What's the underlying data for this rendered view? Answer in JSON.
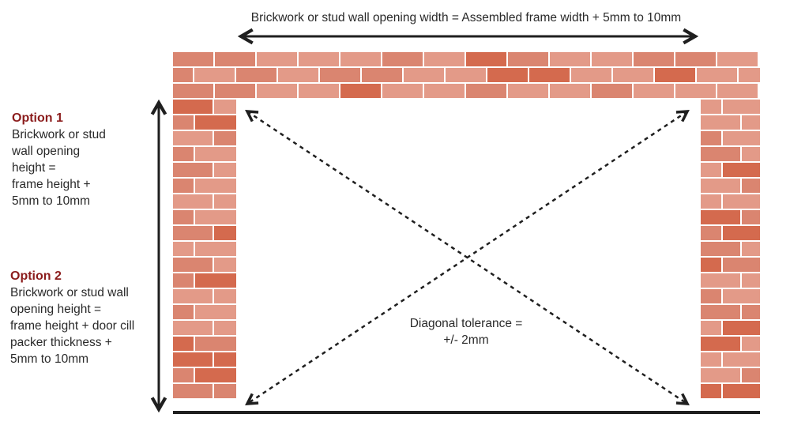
{
  "width_label": "Brickwork or stud wall opening width = Assembled frame width + 5mm to 10mm",
  "option1": {
    "title": "Option 1",
    "text": "Brickwork or stud\nwall opening\nheight =\nframe height +\n5mm to 10mm"
  },
  "option2": {
    "title": "Option 2",
    "text": "Brickwork or stud wall\nopening height =\nframe height + door cill\npacker thickness +\n5mm to 10mm"
  },
  "diagonal_label": "Diagonal tolerance =\n+/- 2mm",
  "colors": {
    "brick_light": "#e39a88",
    "brick_mid": "#da8570",
    "brick_dark": "#d46a4e",
    "mortar": "#ffffff",
    "arrow": "#1f1f1f",
    "option_title": "#8b1c1c"
  }
}
